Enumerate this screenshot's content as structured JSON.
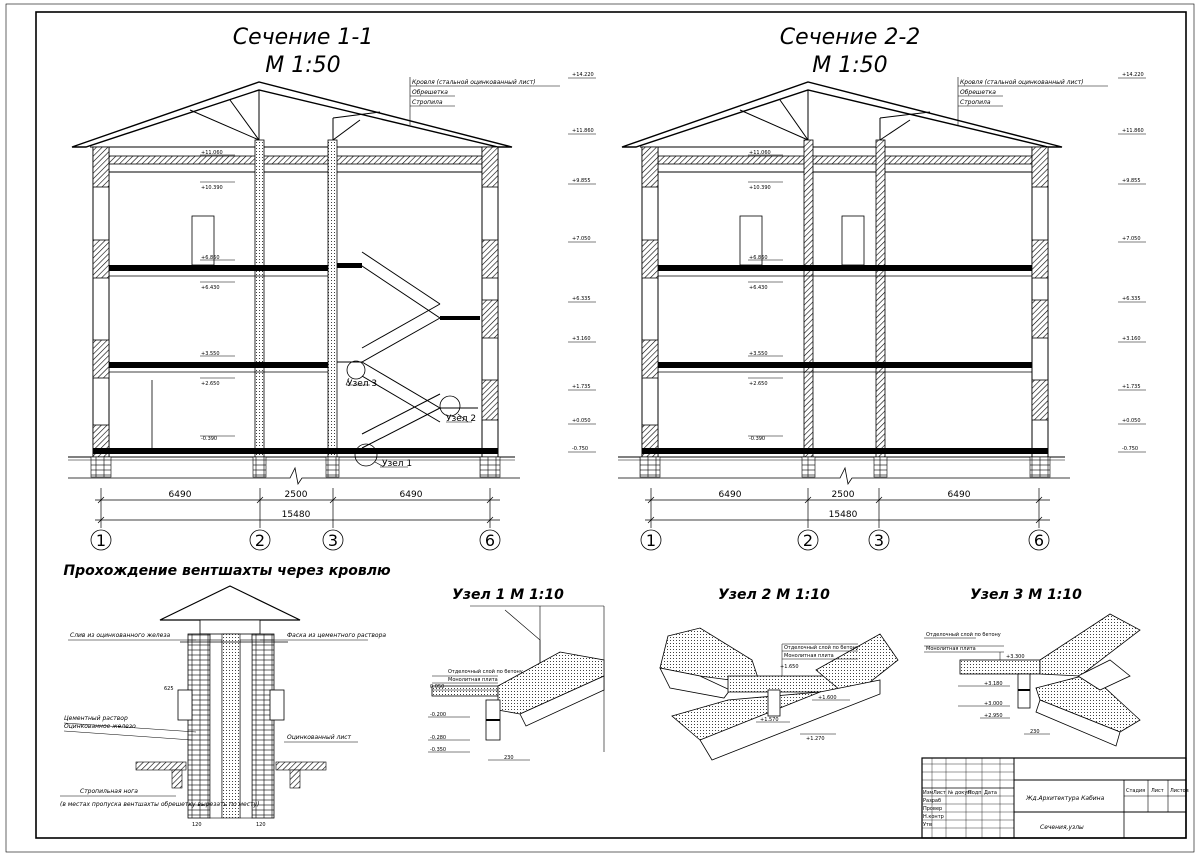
{
  "section1": {
    "title": "Сечение 1-1",
    "scale": "М 1:50",
    "roof_labels": [
      "Кровля (стальной оцинкованный лист)",
      "Обрешетка",
      "Стропила"
    ],
    "nodes": [
      "Узел 1",
      "Узел 2",
      "Узел 3"
    ],
    "dims": [
      "6490",
      "2500",
      "6490"
    ],
    "total": "15480",
    "axes": [
      "1",
      "2",
      "3",
      "6"
    ]
  },
  "section2": {
    "title": "Сечение 2-2",
    "scale": "М 1:50",
    "roof_labels": [
      "Кровля (стальной оцинкованный лист)",
      "Обрешетка",
      "Стропила"
    ],
    "dims": [
      "6490",
      "2500",
      "6490"
    ],
    "total": "15480",
    "axes": [
      "1",
      "2",
      "3",
      "6"
    ]
  },
  "elevations_right": [
    "+14.220",
    "+11.860",
    "+9.855",
    "+7.050",
    "+6.335",
    "+3.160",
    "+1.735",
    "+0.050",
    "-0.750"
  ],
  "elevations_inner": [
    "+11.060",
    "+10.390",
    "+6.860",
    "+6.430",
    "+3.550",
    "+2.650",
    "-0.390"
  ],
  "vent": {
    "title": "Прохождение вентшахты через кровлю",
    "labels": {
      "slab": "Слив из оцинкованного железа",
      "chamfer": "Фаска из цементного раствора",
      "mortar": "Цементный раствор",
      "iron": "Оцинкованное железо",
      "sheet": "Оцинкованный лист",
      "rafter": "Стропильная нога",
      "note": "(в местах пропуска вентшахты обрешетку вырезать по месту)"
    },
    "dims": [
      "625",
      "120",
      "120"
    ]
  },
  "node1": {
    "title": "Узел 1 М 1:10",
    "labels": [
      "Отделочный слой по бетону",
      "Монолитная плита"
    ],
    "elevs": [
      "0.050",
      "-0.200",
      "-0.280",
      "-0.350"
    ],
    "dims": [
      "230"
    ]
  },
  "node2": {
    "title": "Узел 2 М 1:10",
    "labels": [
      "Отделочный слой по бетону",
      "Монолитная плита"
    ],
    "elevs": [
      "+1.650",
      "+1.600",
      "+1.570",
      "+1.270"
    ]
  },
  "node3": {
    "title": "Узел 3 М 1:10",
    "labels": [
      "Отделочный слой по бетону",
      "Монолитная плита"
    ],
    "elevs": [
      "+3.300",
      "+3.180",
      "+3.000",
      "+2.950"
    ],
    "dims": [
      "230"
    ]
  },
  "stamp": {
    "row_labels": [
      "Изм",
      "Лист",
      "№ докум",
      "Подп",
      "Дата"
    ],
    "roles": [
      "Разраб",
      "Провер",
      "Н.контр",
      "Утв"
    ],
    "col_stage": "Стадия",
    "col_sheet": "Лист",
    "col_sheets": "Листов",
    "project": "Жд.Архитектура Кабина",
    "sheet_title": "Сечения,узлы"
  }
}
